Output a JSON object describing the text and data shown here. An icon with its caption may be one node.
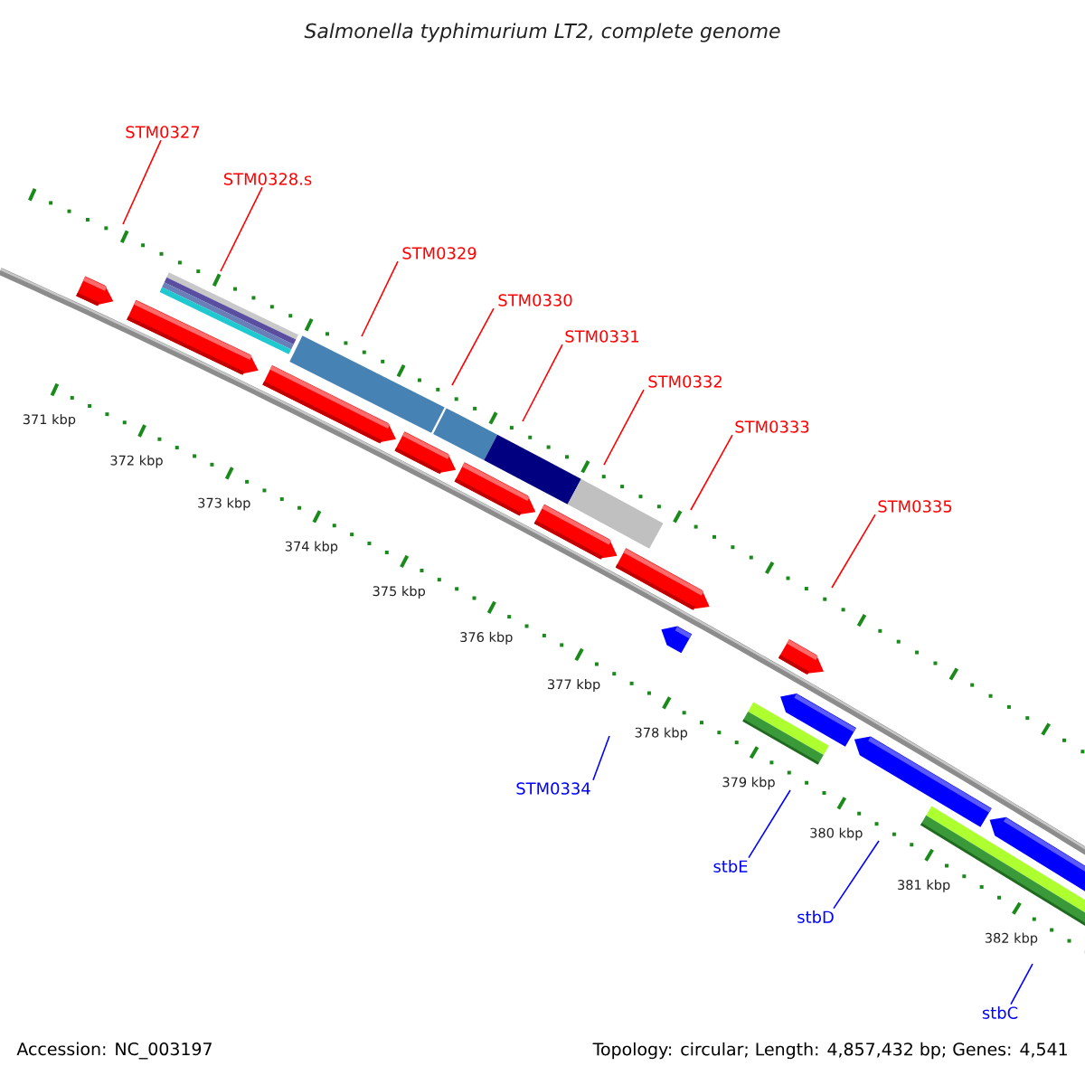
{
  "diagram": {
    "title": "Salmonella typhimurium LT2, complete genome",
    "nodes": [
      {
        "text": [
          "STM0327"
        ]
      },
      {
        "text": [
          "STM0328.s"
        ]
      },
      {
        "text": [
          "STM0329"
        ]
      },
      {
        "text": [
          "STM0330"
        ]
      },
      {
        "text": [
          "STM0331"
        ]
      },
      {
        "text": [
          "STM0332"
        ]
      },
      {
        "text": [
          "STM0333"
        ]
      },
      {
        "text": [
          "STM0335"
        ]
      },
      {
        "text": [
          "STM0334"
        ]
      },
      {
        "text": [
          "stbE"
        ]
      },
      {
        "text": [
          "stbD"
        ]
      },
      {
        "text": [
          "stbC"
        ]
      }
    ],
    "edges": [
      {
        "from": 0,
        "to": null,
        "arrow": "none"
      },
      {
        "from": 1,
        "to": null,
        "arrow": "none"
      },
      {
        "from": 2,
        "to": null,
        "arrow": "none"
      },
      {
        "from": 3,
        "to": null,
        "arrow": "none"
      },
      {
        "from": 4,
        "to": null,
        "arrow": "none"
      },
      {
        "from": 5,
        "to": null,
        "arrow": "none"
      },
      {
        "from": 6,
        "to": null,
        "arrow": "none"
      },
      {
        "from": 7,
        "to": null,
        "arrow": "none"
      },
      {
        "from": 8,
        "to": null,
        "arrow": "none",
        "color": "#0000ff"
      },
      {
        "from": 9,
        "to": null,
        "arrow": "none",
        "color": "#0000ff"
      },
      {
        "from": 10,
        "to": null,
        "arrow": "none",
        "color": "#0000ff"
      },
      {
        "from": 11,
        "to": null,
        "arrow": "none",
        "color": "#0000ff"
      }
    ],
    "labels": [
      "371 kbp",
      "372 kbp",
      "373 kbp",
      "374 kbp",
      "375 kbp",
      "376 kbp",
      "377 kbp",
      "378 kbp",
      "379 kbp",
      "380 kbp",
      "381 kbp",
      "382 kbp",
      "Accession: NC_003197",
      "Topology: circular; Length: 4,857,432 bp; Genes: 4,541"
    ]
  }
}
